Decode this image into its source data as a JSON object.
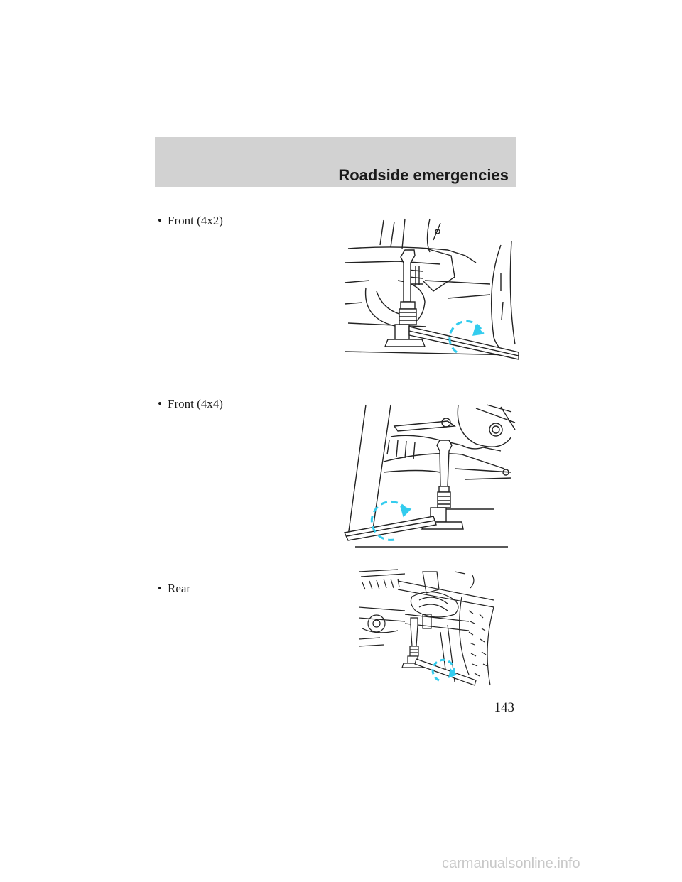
{
  "header": {
    "title": "Roadside emergencies"
  },
  "bullets": [
    {
      "symbol": "•",
      "label": "Front (4x2)"
    },
    {
      "symbol": "•",
      "label": "Front (4x4)"
    },
    {
      "symbol": "•",
      "label": "Rear"
    }
  ],
  "figures": [
    {
      "icon": "jack-front-4x2-illustration"
    },
    {
      "icon": "jack-front-4x4-illustration"
    },
    {
      "icon": "jack-rear-illustration"
    }
  ],
  "colors": {
    "header_band": "#d2d2d2",
    "rotation_arrow": "#33ccee"
  },
  "page_number": "143",
  "watermark": "carmanualsonline.info"
}
